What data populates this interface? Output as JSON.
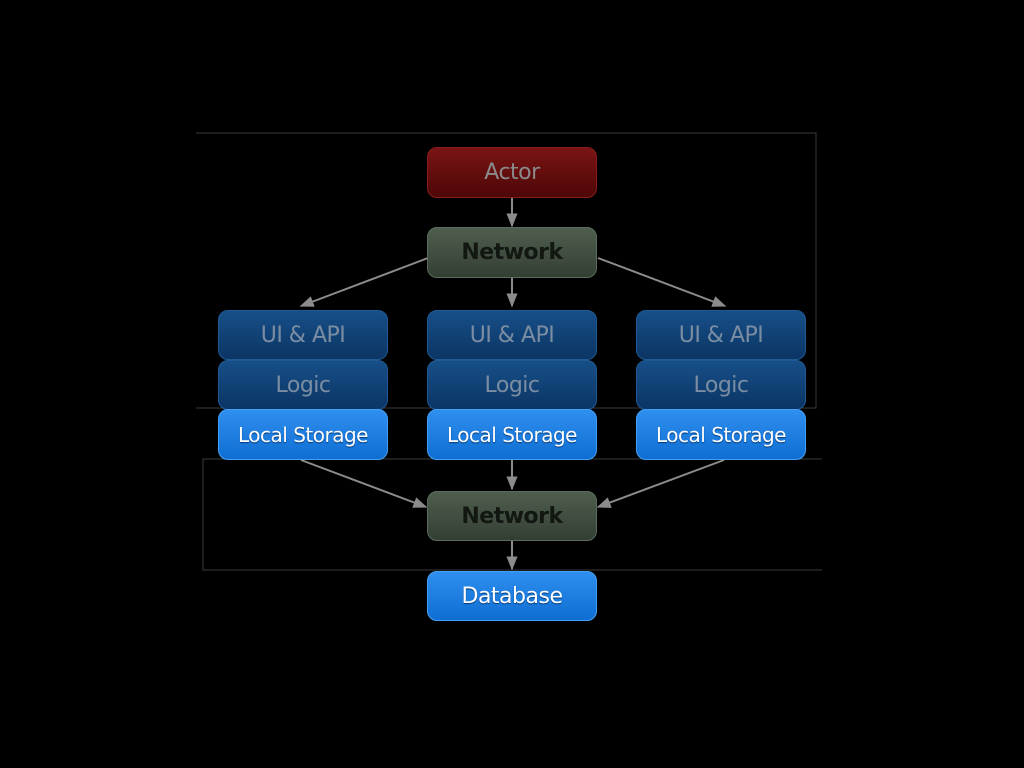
{
  "nodes": {
    "actor": "Actor",
    "network_top": "Network",
    "ui_api": "UI & API",
    "logic": "Logic",
    "local_storage": "Local Storage",
    "network_bottom": "Network",
    "database": "Database"
  },
  "colors": {
    "background": "#000000",
    "actor": "#6b1010",
    "network": "#465446",
    "dark_tier": "#0f3f75",
    "local_storage": "#1a7de6",
    "connector": "#888888",
    "frame": "#3a3a3a"
  }
}
